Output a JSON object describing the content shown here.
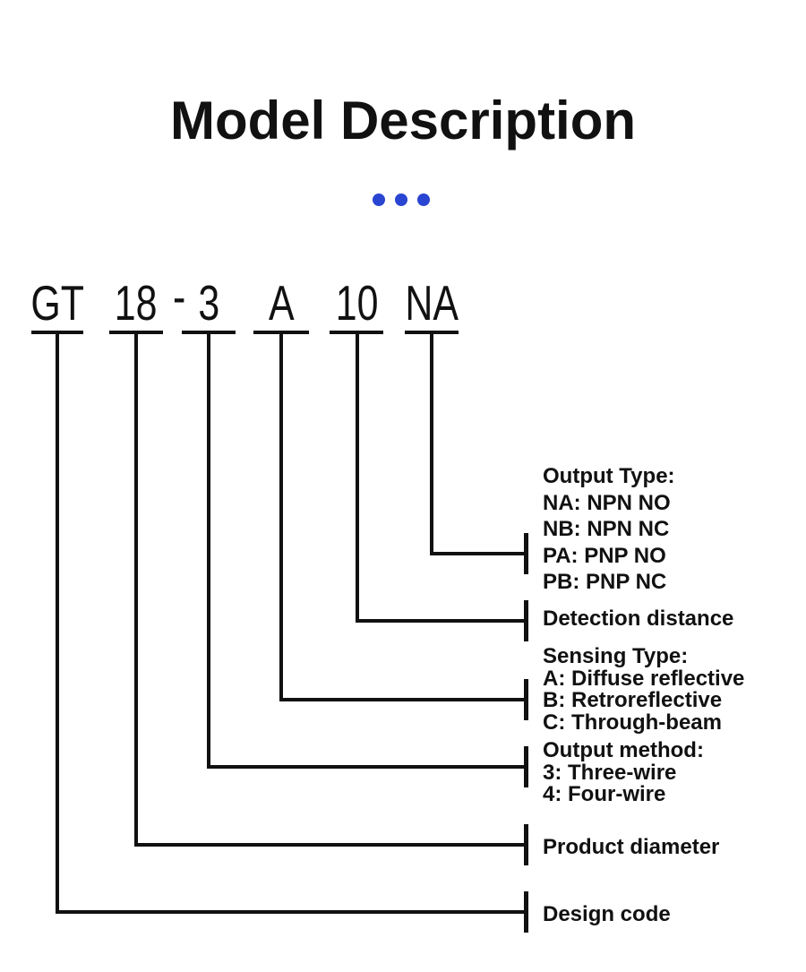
{
  "title": {
    "text": "Model Description"
  },
  "ornament": {
    "dot_count": 3
  },
  "colors": {
    "background": "#ffffff",
    "text": "#111111",
    "line": "#111111",
    "accent": "#2945d2"
  },
  "model_code": {
    "design_code": "GT",
    "product_diameter": "18",
    "separator": "-",
    "output_method": "3",
    "sensing_type": "A",
    "detection_distance": "10",
    "output_type": "NA"
  },
  "labels": {
    "output_type": {
      "lines": [
        "Output Type:",
        "NA: NPN NO",
        "NB: NPN NC",
        "PA: PNP NO",
        "PB: PNP NC"
      ]
    },
    "detection_distance": {
      "lines": [
        "Detection distance"
      ]
    },
    "sensing_type": {
      "lines": [
        "Sensing Type:",
        "A: Diffuse reflective",
        "B: Retroreflective",
        "C: Through-beam"
      ]
    },
    "output_method": {
      "lines": [
        "Output method:",
        "3: Three-wire",
        "4: Four-wire"
      ]
    },
    "product_diameter": {
      "lines": [
        "Product diameter"
      ]
    },
    "design_code": {
      "lines": [
        "Design code"
      ]
    }
  }
}
